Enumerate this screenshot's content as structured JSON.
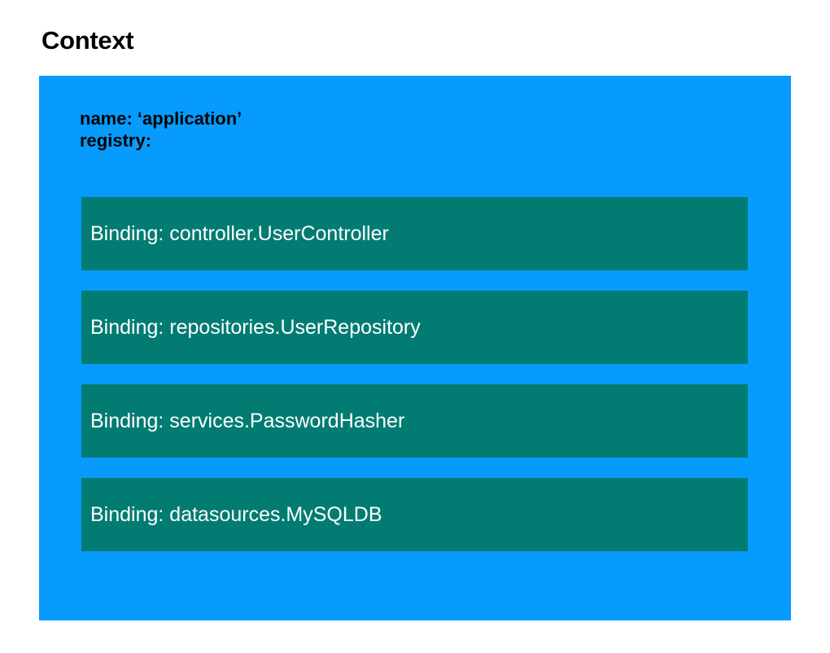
{
  "page": {
    "title": "Context",
    "background_color": "#ffffff"
  },
  "context_box": {
    "background_color": "#079BFE",
    "name_line": "name: ‘application’",
    "registry_line": "registry:",
    "registry": {
      "row_color": "#027C72",
      "text_color": "#ffffff",
      "bindings": [
        {
          "label": "Binding: controller.UserController"
        },
        {
          "label": "Binding: repositories.UserRepository"
        },
        {
          "label": "Binding: services.PasswordHasher"
        },
        {
          "label": "Binding: datasources.MySQLDB"
        }
      ]
    }
  }
}
